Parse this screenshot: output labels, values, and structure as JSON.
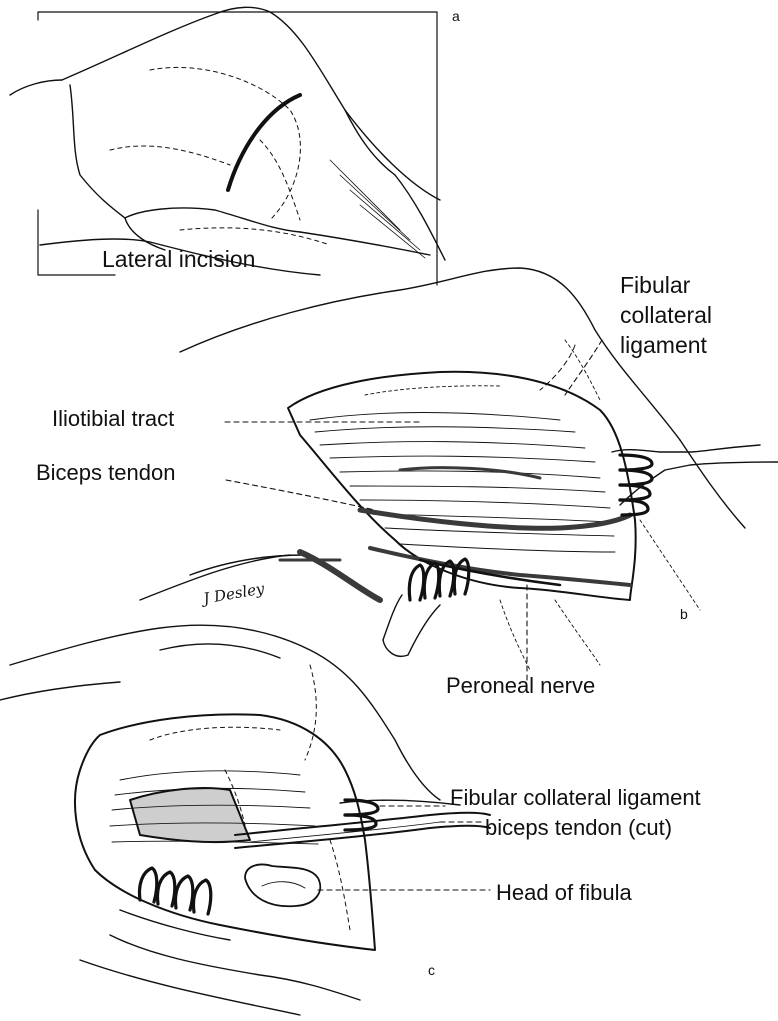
{
  "figure": {
    "panels": [
      {
        "letter": "a",
        "labels": [
          {
            "text": "Lateral incision"
          }
        ]
      },
      {
        "letter": "b",
        "labels": [
          {
            "text": "Fibular collateral ligament",
            "lines": [
              "Fibular",
              "collateral",
              "ligament"
            ]
          },
          {
            "text": "Iliotibial tract"
          },
          {
            "text": "Biceps tendon"
          },
          {
            "text": "Peroneal nerve"
          }
        ]
      },
      {
        "letter": "c",
        "labels": [
          {
            "text": "Fibular collateral ligament"
          },
          {
            "text": "biceps tendon (cut)"
          },
          {
            "text": "Head of fibula"
          }
        ]
      }
    ],
    "signature": "J Desley"
  },
  "colors": {
    "ink": "#111111",
    "background": "#ffffff",
    "shade": "#3a3a3a"
  }
}
